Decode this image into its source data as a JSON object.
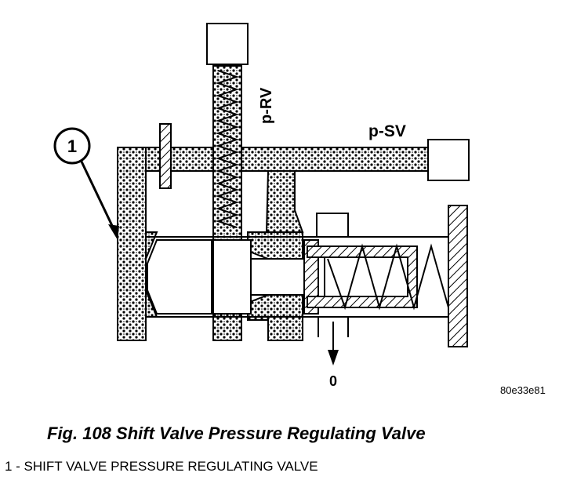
{
  "diagram": {
    "labels": {
      "p_rv": "p-RV",
      "p_sv": "p-SV",
      "exhaust": "0",
      "callout_number": "1",
      "image_code": "80e33e81"
    }
  },
  "caption": {
    "figure_title": "Fig. 108 Shift Valve Pressure Regulating Valve",
    "legend": "1 - SHIFT VALVE PRESSURE REGULATING VALVE"
  }
}
